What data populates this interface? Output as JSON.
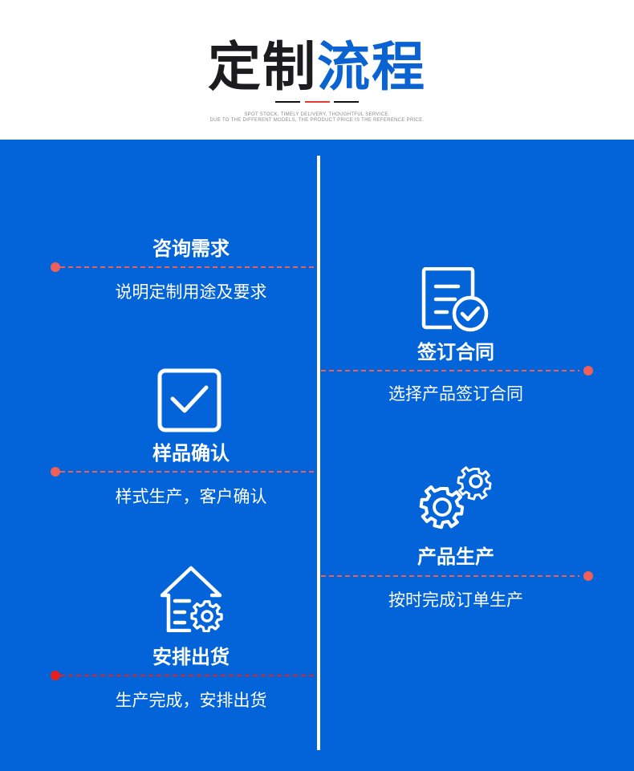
{
  "header": {
    "title_dark": "定制",
    "title_blue": "流程",
    "subtitle_line1": "SPOT STOCK, TIMELY DELIVERY, THOUGHTFUL SERVICE.",
    "subtitle_line2": "DUE TO THE DIFFERENT MODELS, THE PRODUCT PRICE IS THE REFERENCE PRICE."
  },
  "colors": {
    "band_blue": "#0264d8",
    "title_dark": "#1c1c1f",
    "title_blue": "#0a63d0",
    "dash_coral": "#f0605a",
    "dash_red": "#e8201c",
    "white": "#ffffff"
  },
  "steps": [
    {
      "side": "left",
      "icon": "none",
      "title": "咨询需求",
      "desc": "说明定制用途及要求"
    },
    {
      "side": "right",
      "icon": "document-check-icon",
      "title": "签订合同",
      "desc": "选择产品签订合同"
    },
    {
      "side": "left",
      "icon": "checkbox-icon",
      "title": "样品确认",
      "desc": "样式生产，客户确认"
    },
    {
      "side": "right",
      "icon": "gears-icon",
      "title": "产品生产",
      "desc": "按时完成订单生产"
    },
    {
      "side": "left",
      "icon": "warehouse-gear-icon",
      "title": "安排出货",
      "desc": "生产完成，安排出货"
    }
  ]
}
